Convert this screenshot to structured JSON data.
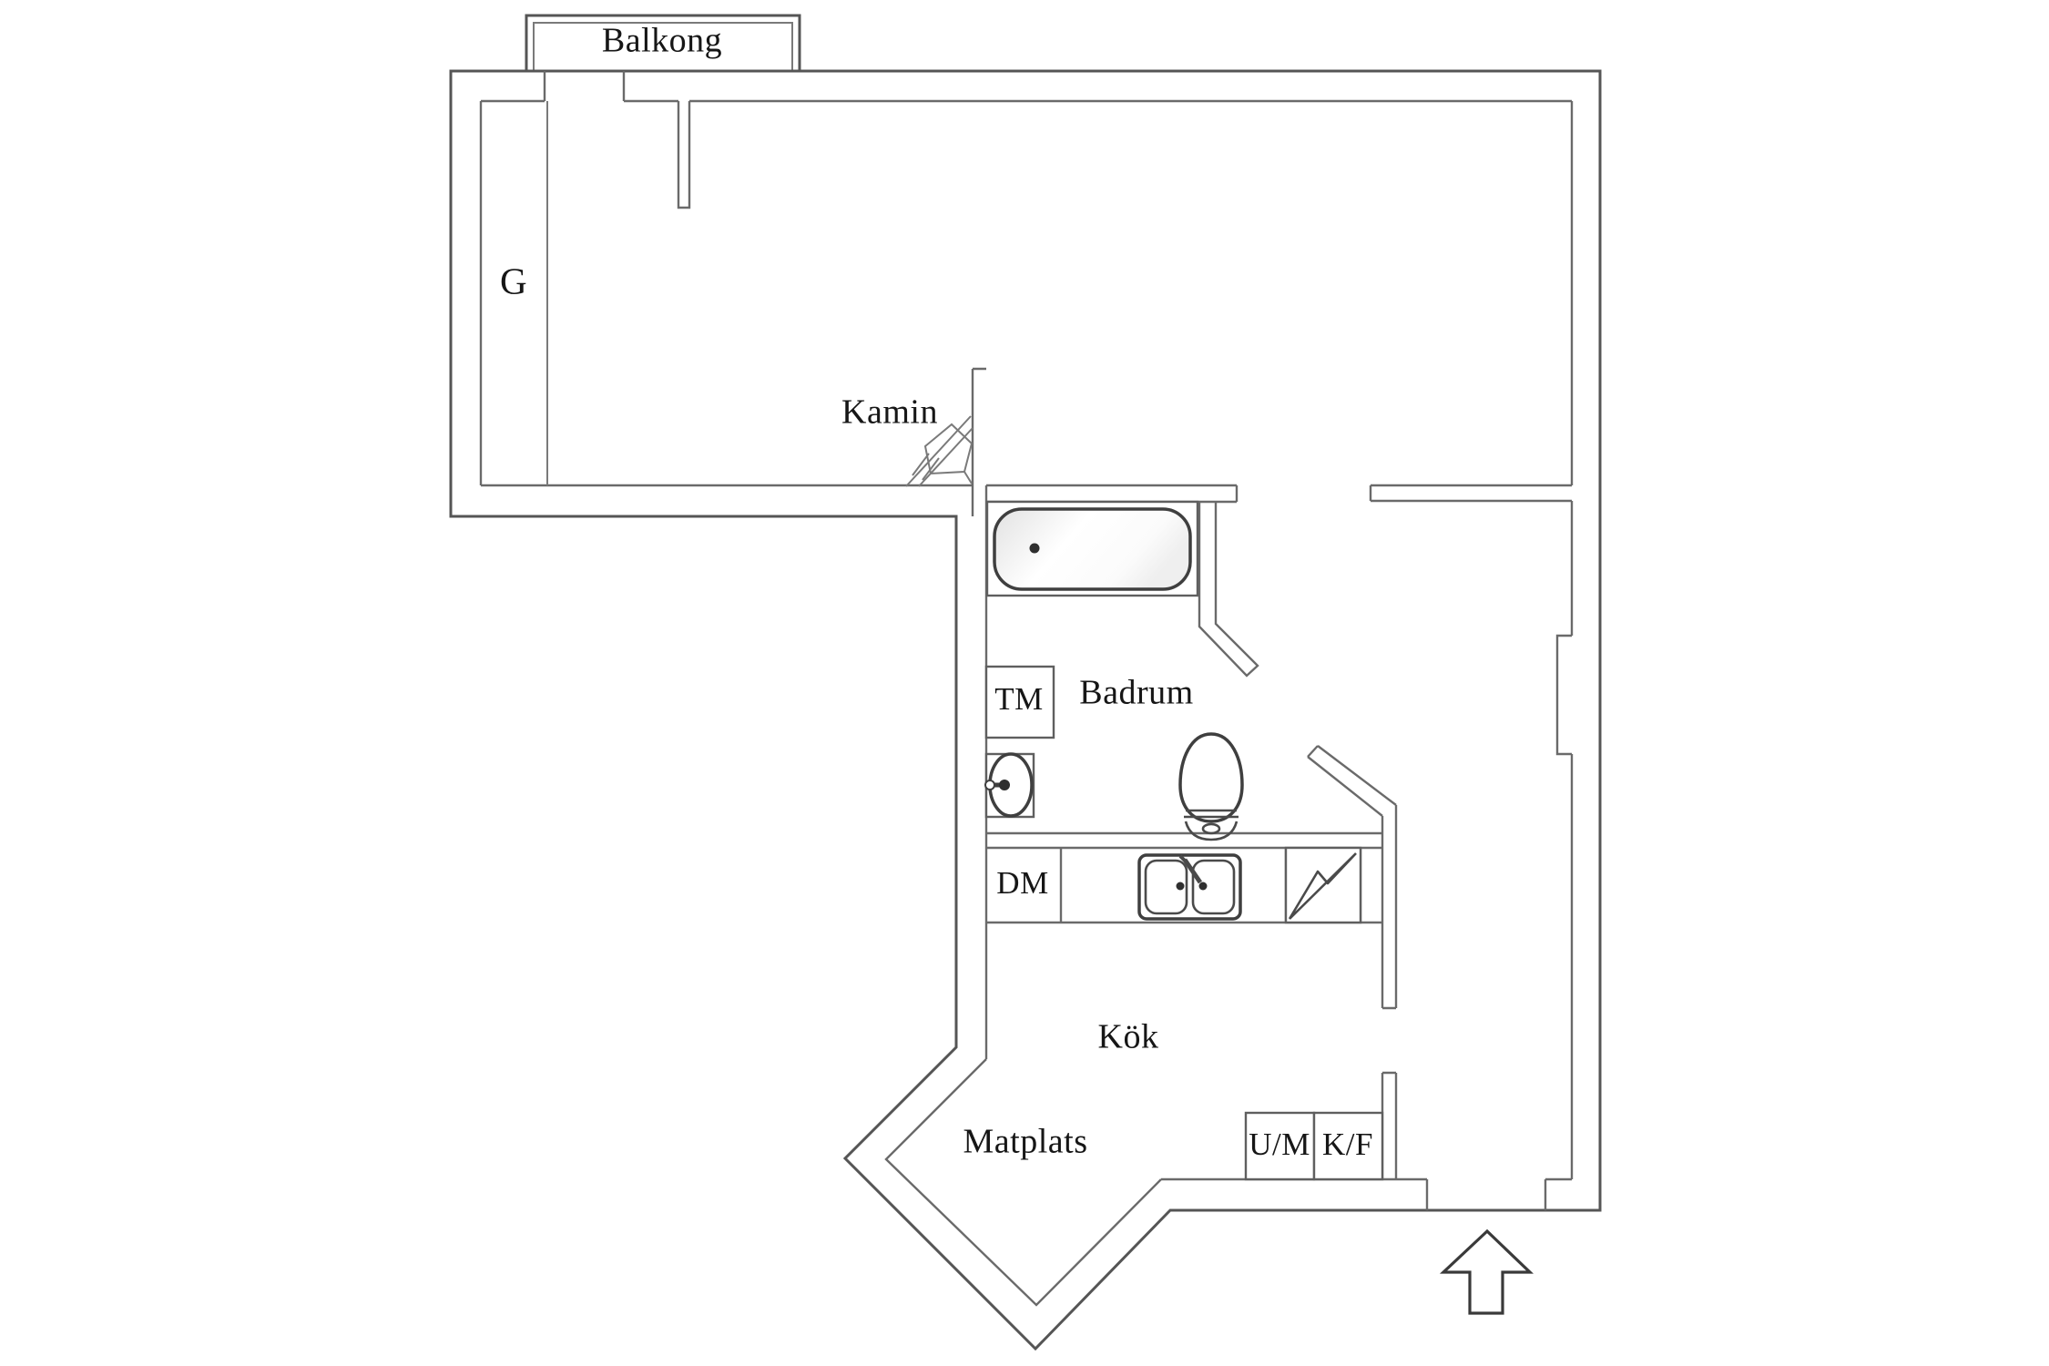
{
  "plan": {
    "labels": {
      "balkong": "Balkong",
      "wardrobe": "G",
      "kamin": "Kamin",
      "badrum": "Badrum",
      "tm": "TM",
      "dm": "DM",
      "kok": "Kök",
      "matplats": "Matplats",
      "um": "U/M",
      "kf": "K/F"
    },
    "colors": {
      "background": "#ffffff",
      "wall_line": "#555555",
      "inner_line": "#6a6a6a",
      "fixture_line": "#3f3f3f",
      "text": "#161616",
      "tub_shade": "#e5e5e5"
    },
    "icons": {
      "entrance_arrow": "up-arrow",
      "fireplace": "corner-chevrons",
      "stove": "lightning-bolt"
    }
  }
}
